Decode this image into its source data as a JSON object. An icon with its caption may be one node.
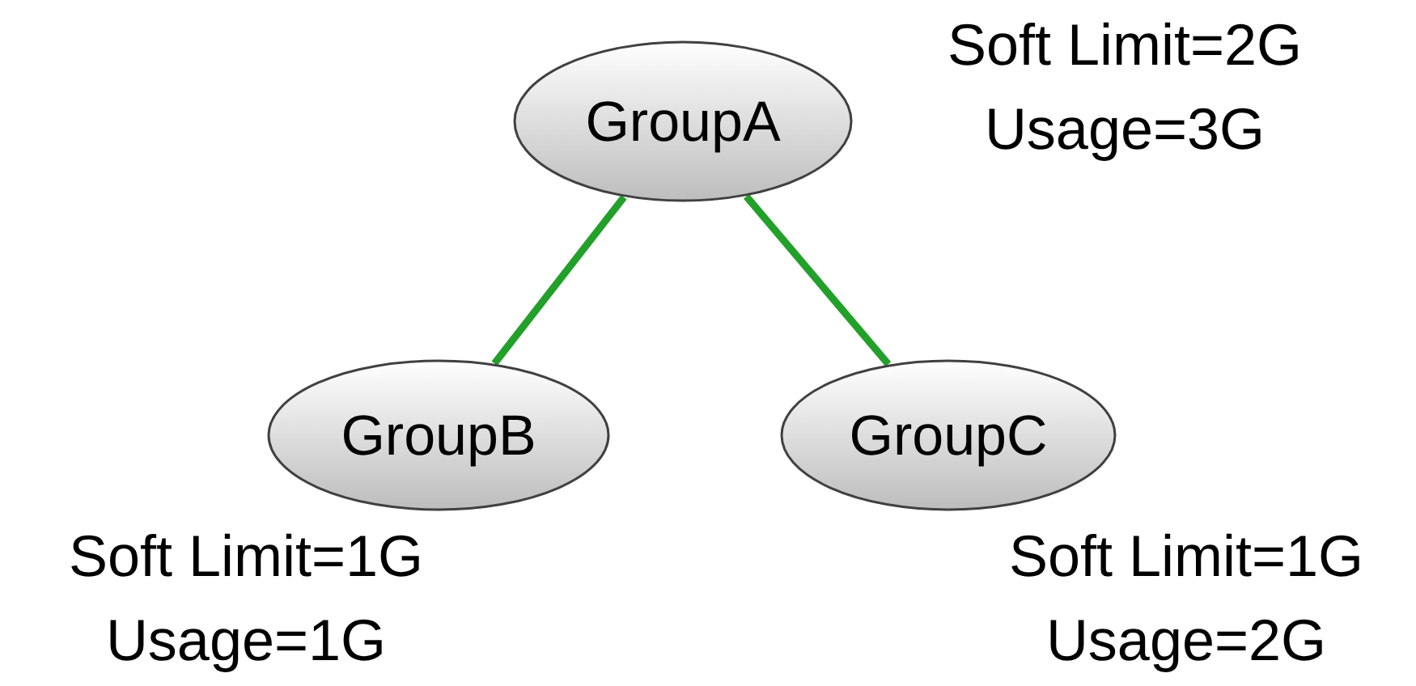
{
  "diagram": {
    "nodes": [
      {
        "text": [
          "GroupA"
        ],
        "beside": [
          "Soft Limit=2G",
          "Usage=3G"
        ]
      },
      {
        "text": [
          "GroupB"
        ],
        "beside": [
          "Soft Limit=1G",
          "Usage=1G"
        ]
      },
      {
        "text": [
          "GroupC"
        ],
        "beside": [
          "Soft Limit=1G",
          "Usage=2G"
        ]
      }
    ],
    "edges": [
      {
        "from": 0,
        "to": 1,
        "arrow": "none"
      },
      {
        "from": 0,
        "to": 2,
        "arrow": "none"
      }
    ]
  }
}
